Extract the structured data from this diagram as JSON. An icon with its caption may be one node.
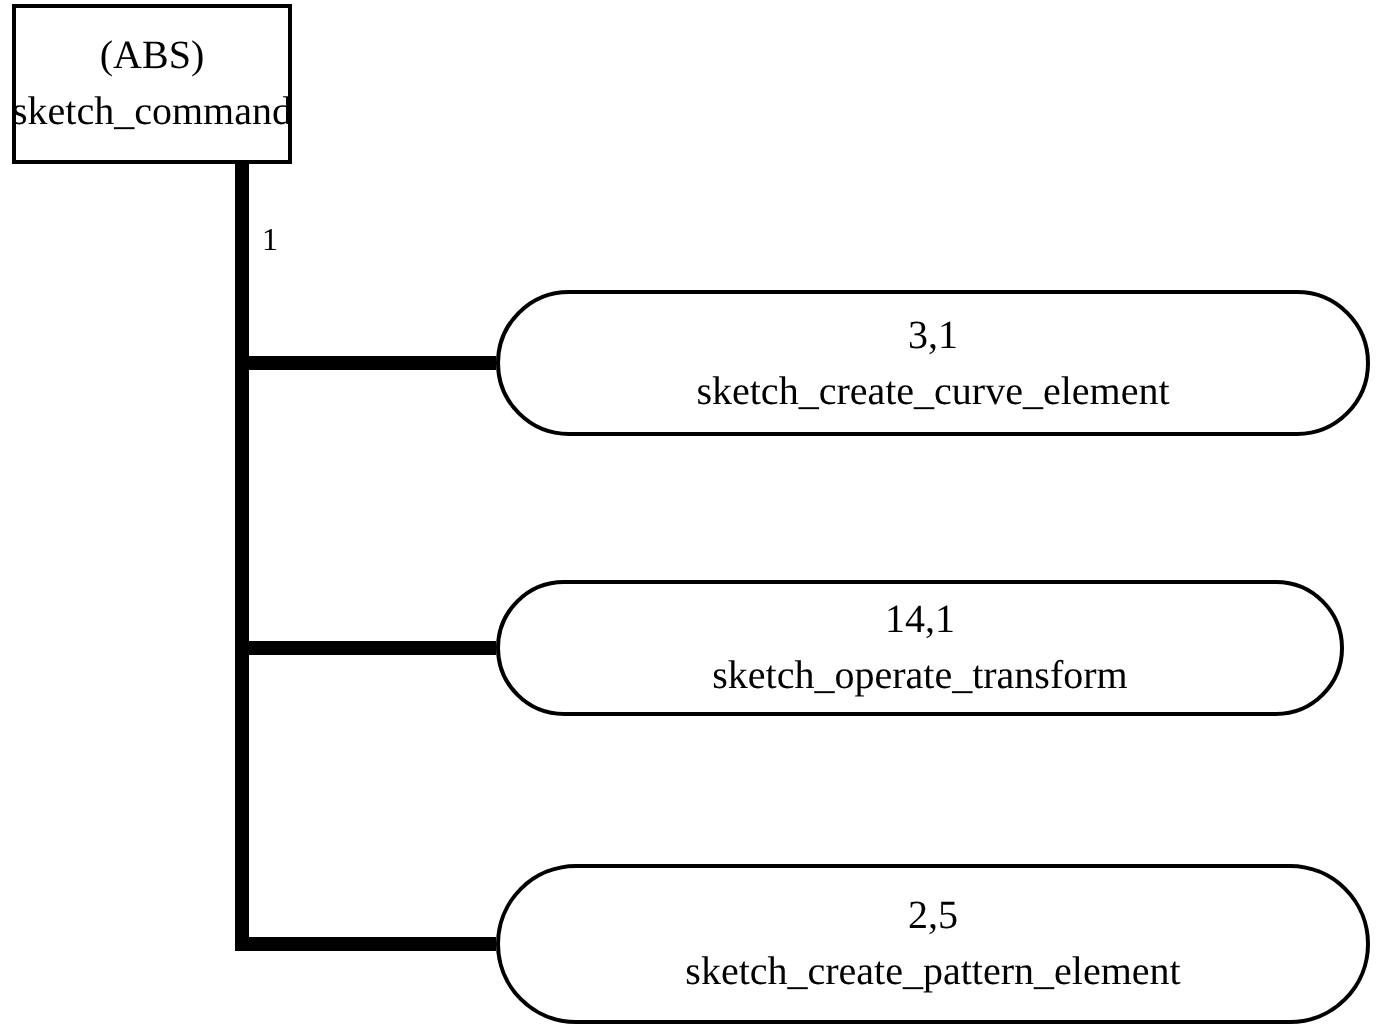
{
  "diagram": {
    "nodes": [
      {
        "text": [
          "(ABS)",
          "sketch_command"
        ]
      },
      {
        "text": [
          "3,1",
          "sketch_create_curve_element"
        ]
      },
      {
        "text": [
          "14,1",
          "sketch_operate_transform"
        ]
      },
      {
        "text": [
          "2,5",
          "sketch_create_pattern_element"
        ]
      }
    ],
    "edges": [
      {
        "from": 0,
        "to": 1,
        "arrow": "none"
      },
      {
        "from": 0,
        "to": 2,
        "arrow": "none"
      },
      {
        "from": 0,
        "to": 3,
        "arrow": "none"
      }
    ],
    "labels": [
      "1"
    ]
  }
}
